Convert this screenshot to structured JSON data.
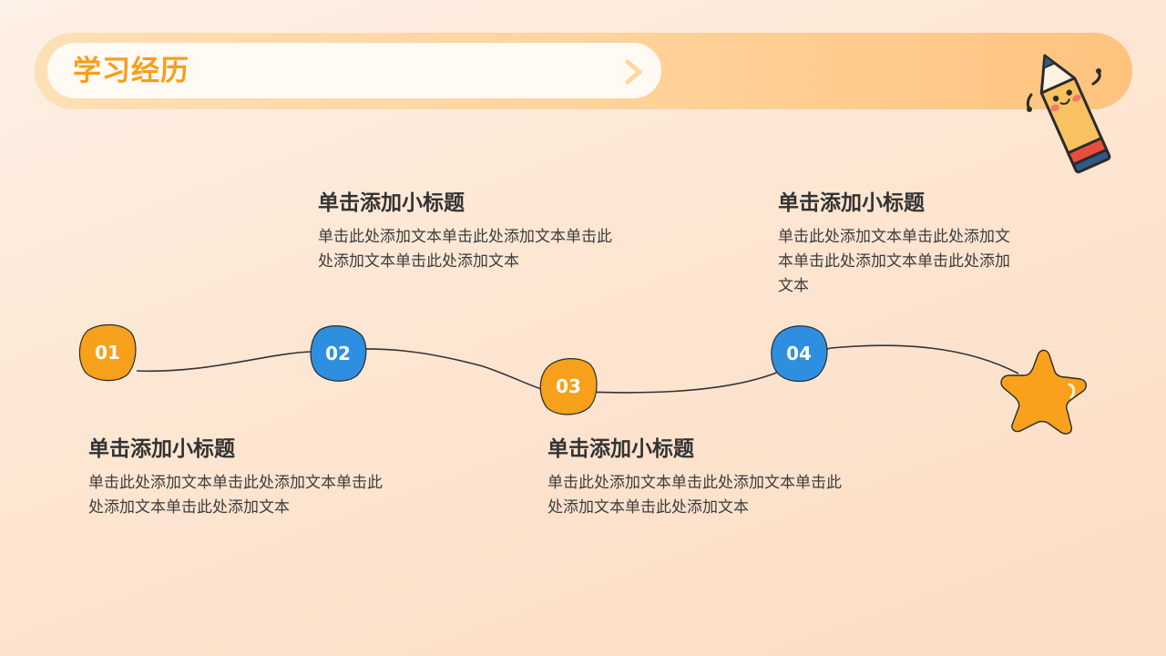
{
  "header": {
    "title": "学习经历",
    "arrow_icon": "chevron-right-icon",
    "mascot_icon": "pencil-mascot-icon"
  },
  "colors": {
    "accent_orange": "#f79e1b",
    "node_orange": "#f7a01c",
    "node_blue": "#2e8fe0",
    "line": "#333333"
  },
  "timeline": {
    "nodes": [
      {
        "label": "01",
        "color": "orange"
      },
      {
        "label": "02",
        "color": "blue"
      },
      {
        "label": "03",
        "color": "orange"
      },
      {
        "label": "04",
        "color": "blue"
      }
    ],
    "end_icon": "star-icon"
  },
  "items": [
    {
      "subtitle": "单击添加小标题",
      "lines": [
        "单击此处添加文本单击此处添加文本单击此",
        "处添加文本单击此处添加文本"
      ]
    },
    {
      "subtitle": "单击添加小标题",
      "lines": [
        "单击此处添加文本单击此处添加文本单击此",
        "处添加文本单击此处添加文本"
      ]
    },
    {
      "subtitle": "单击添加小标题",
      "lines": [
        "单击此处添加文本单击此处添加文本单击此",
        "处添加文本单击此处添加文本"
      ]
    },
    {
      "subtitle": "单击添加小标题",
      "lines": [
        "单击此处添加文本单击此处添加文",
        "本单击此处添加文本单击此处添加",
        "文本"
      ]
    }
  ]
}
